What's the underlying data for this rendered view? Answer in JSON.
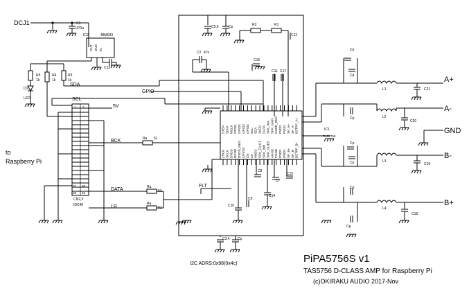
{
  "title": "PiPA5756S v1",
  "subtitle": "TAS5756 D-CLASS AMP for Raspberry Pi",
  "credit": "(c)OKIRAKU AUDIO 2017-Nov",
  "i2c_address": "I2C ADRS:0x98(0x4c)",
  "nets": {
    "dcj1": "DCJ1",
    "sda": "SDA",
    "scl": "SCL",
    "gpio": "GPIO",
    "v5": "5V",
    "bck": "BCK",
    "data": "DATA",
    "lr": "LR",
    "flt": "FLT",
    "to_rpi_1": "to",
    "to_rpi_2": "Raspberry Pi"
  },
  "outputs": {
    "a_plus": "A+",
    "a_minus": "A-",
    "gnd": "GND",
    "b_minus": "B-",
    "b_plus": "B+"
  },
  "components": {
    "c1": "C1",
    "c1_val": "470u",
    "ic2": "IC2",
    "ic2_part": "48M033",
    "ic2_pins": [
      "OUT",
      "GND",
      "IN"
    ],
    "c13": "C13",
    "c5_6": "C5,6",
    "cp": "Cp",
    "r1": "R1",
    "r2": "R2",
    "c12": "C12",
    "c2": "C2",
    "c2_val": "47u",
    "c16": "C16",
    "c11": "C11",
    "c17": "C17",
    "r5": "R5",
    "r4": "R4",
    "r3": "R3",
    "r_val": "1k",
    "d1": "D1",
    "led": "LED",
    "cn_name": "CN2,3",
    "cn_part": "IDC40",
    "cn_pin_1": "1",
    "cn_pin_2": "2",
    "cn_pin_37": "37",
    "cn_pin_38": "38",
    "cn_pin_39": "39",
    "cn_pin_40": "40",
    "ra": "Ra",
    "r_small": "51",
    "ic1": "IC1",
    "ic1_part": "TAS5756",
    "l1": "L1",
    "l2": "L2",
    "l3": "L3",
    "l4": "L4",
    "c21": "C21",
    "c20": "C20",
    "c19": "C19",
    "c18": "C18",
    "c10": "C10",
    "c9": "C9",
    "c14": "C14",
    "c15": "C15",
    "c8": "C8",
    "c7": "C7",
    "c3_4": "C3,4"
  },
  "ic1_top_pins": [
    "STEN",
    "SDIN",
    "MCLK",
    "GPIO1",
    "GPIO2",
    "GPIO3",
    "GPIO4",
    "SCL",
    "SDA",
    "AVDD",
    "OUTA",
    "SPK_INA",
    "SPK_GAIN",
    "GVDD_REG",
    "PVDD",
    "PVDD",
    "SP_A+",
    "SP_A-",
    "BSTRP_A+"
  ],
  "ic1_bottom_pins": [
    "LRCK",
    "SCLK",
    "DVDD",
    "DGND",
    "DVDD_REG",
    "CPVSS",
    "CN",
    "CP",
    "VNEG",
    "SPK_FAULT",
    "SPK_INB",
    "SPK_OUTB",
    "AGND",
    "PGND",
    "PVDD",
    "PVDD",
    "SP_B+",
    "SP_B-",
    "BSTRP_B+"
  ]
}
